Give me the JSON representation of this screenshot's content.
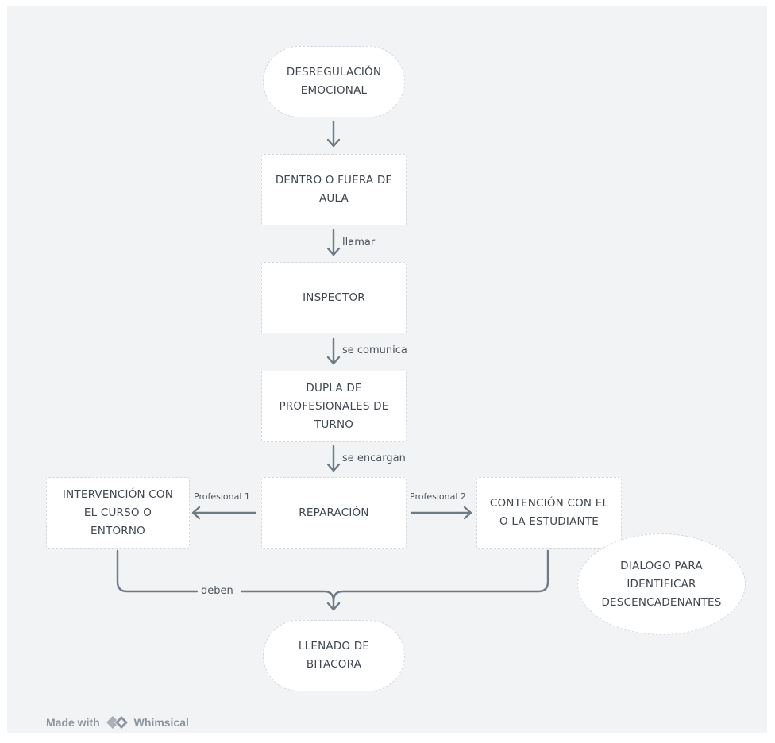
{
  "nodes": {
    "desregulacion": "DESREGULACIÓN\nEMOCIONAL",
    "dentro_fuera": "DENTRO O FUERA DE\nAULA",
    "inspector": "INSPECTOR",
    "dupla": "DUPLA DE\nPROFESIONALES DE\nTURNO",
    "reparacion": "REPARACIÓN",
    "intervencion": "INTERVENCIÓN CON\nEL CURSO O\nENTORNO",
    "contencion": "CONTENCIÓN CON EL\nO LA ESTUDIANTE",
    "dialogo": "DIALOGO PARA\nIDENTIFICAR\nDESCENCADENANTES",
    "llenado": "LLENADO DE\nBITACORA"
  },
  "edges": {
    "llamar": "llamar",
    "se_comunica": "se comunica",
    "se_encargan": "se encargan",
    "profesional_1": "Profesional 1",
    "profesional_2": "Profesional 2",
    "deben": "deben"
  },
  "footer": {
    "made_with": "Made with",
    "brand": "Whimsical",
    "logo_icon": "whimsical-logo-icon"
  },
  "colors": {
    "background": "#f1f3f5",
    "node_fill": "#ffffff",
    "node_border": "#d3d8de",
    "connector": "#6f7a85",
    "text": "#3f464e"
  }
}
